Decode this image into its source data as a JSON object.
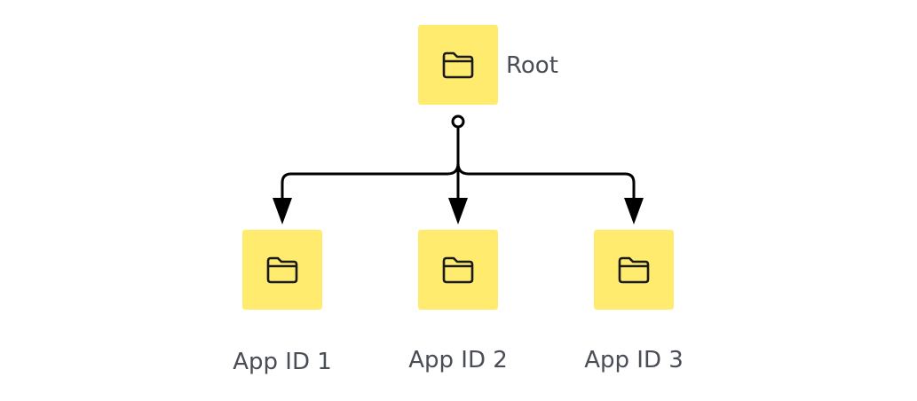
{
  "diagram": {
    "colors": {
      "node_fill": "#FFEC6E",
      "icon_stroke": "#1a1a1a",
      "connector": "#000000",
      "label_text": "#4a4d55"
    },
    "root": {
      "label": "Root",
      "icon": "folder-icon"
    },
    "children": [
      {
        "label": "App ID 1",
        "icon": "folder-icon"
      },
      {
        "label": "App ID 2",
        "icon": "folder-icon"
      },
      {
        "label": "App ID 3",
        "icon": "folder-icon"
      }
    ]
  }
}
